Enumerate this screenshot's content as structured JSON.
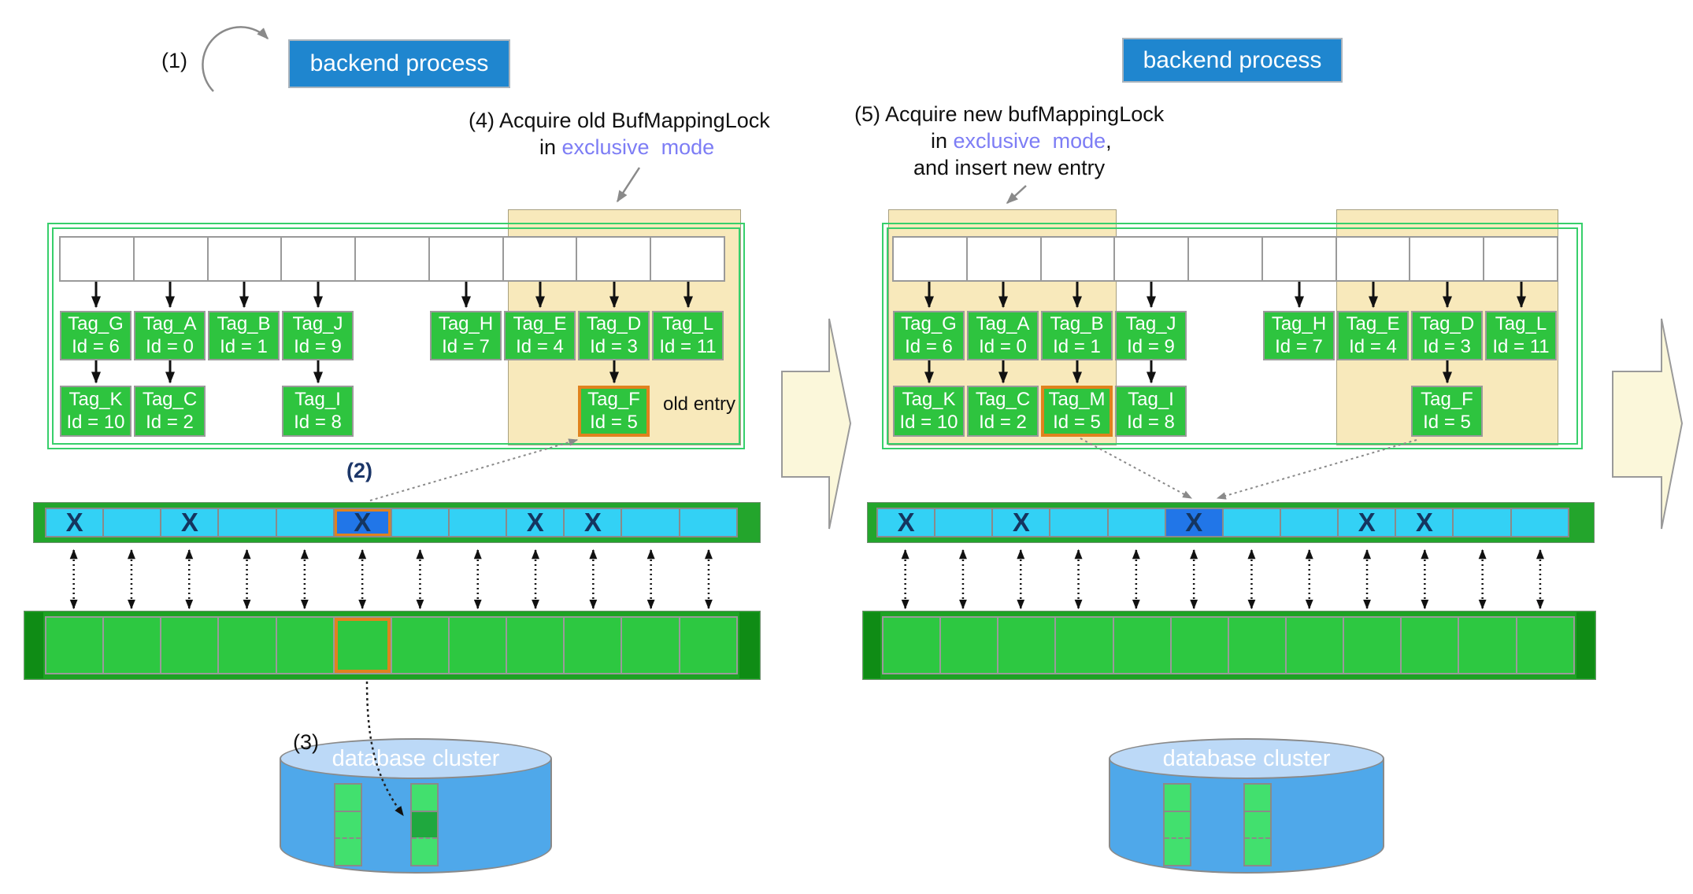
{
  "backend_process_label": "backend process",
  "database_cluster_label": "database cluster",
  "x_mark": "X",
  "steps": {
    "s1": "(1)",
    "s2": "(2)",
    "s3": "(3)"
  },
  "notes": {
    "step4_line1": "(4) Acquire old BufMappingLock",
    "step4_line2_prefix": "in ",
    "step4_line2_highlight": "exclusive  mode",
    "step5_line1": "(5) Acquire new bufMappingLock",
    "step5_line2_prefix": "in ",
    "step5_line2_highlight": "exclusive  mode",
    "step5_line2_suffix": ",",
    "step5_line3": "and insert new entry",
    "old_entry": "old entry"
  },
  "colors": {
    "backend_blue": "#1f86cf",
    "tag_green": "#2ec43f",
    "table_border_green": "#37cf6b",
    "lock_region_yellow": "#f8e9bb",
    "descriptor_cyan": "#33d1f5",
    "victim_cell_blue": "#2176e8",
    "highlight_orange": "#e0821e",
    "pool_green": "#2dc841",
    "cluster_blue": "#4fa8ea",
    "exclusive_mode_purple": "#7d7df5"
  },
  "panels": [
    {
      "name": "before-replacement",
      "slot_count": 9,
      "descriptor_cell_count": 12,
      "pool_cell_count": 12,
      "row1_tags": [
        {
          "col": 1,
          "name": "Tag_G",
          "id": "Id = 6"
        },
        {
          "col": 2,
          "name": "Tag_A",
          "id": "Id = 0"
        },
        {
          "col": 3,
          "name": "Tag_B",
          "id": "Id = 1"
        },
        {
          "col": 4,
          "name": "Tag_J",
          "id": "Id = 9"
        },
        {
          "col": 6,
          "name": "Tag_H",
          "id": "Id = 7"
        },
        {
          "col": 7,
          "name": "Tag_E",
          "id": "Id = 4"
        },
        {
          "col": 8,
          "name": "Tag_D",
          "id": "Id = 3"
        },
        {
          "col": 9,
          "name": "Tag_L",
          "id": "Id = 11"
        }
      ],
      "row2_tags": [
        {
          "col": 1,
          "name": "Tag_K",
          "id": "Id = 10",
          "highlight": false
        },
        {
          "col": 2,
          "name": "Tag_C",
          "id": "Id = 2",
          "highlight": false
        },
        {
          "col": 4,
          "name": "Tag_I",
          "id": "Id = 8",
          "highlight": false
        },
        {
          "col": 8,
          "name": "Tag_F",
          "id": "Id = 5",
          "highlight": true
        }
      ],
      "chain_cols": [
        1,
        2,
        4,
        8
      ],
      "x_cells": [
        1,
        3,
        6,
        9,
        10
      ],
      "descriptor_highlight": {
        "cell": 6,
        "orange_border": true
      },
      "pool_highlight_cell": 6,
      "cluster_squares": [
        [
          "normal",
          "normal",
          "normal"
        ],
        [
          "normal",
          "target",
          "normal"
        ]
      ]
    },
    {
      "name": "after-replacement",
      "slot_count": 9,
      "descriptor_cell_count": 12,
      "pool_cell_count": 12,
      "row1_tags": [
        {
          "col": 1,
          "name": "Tag_G",
          "id": "Id = 6"
        },
        {
          "col": 2,
          "name": "Tag_A",
          "id": "Id = 0"
        },
        {
          "col": 3,
          "name": "Tag_B",
          "id": "Id = 1"
        },
        {
          "col": 4,
          "name": "Tag_J",
          "id": "Id = 9"
        },
        {
          "col": 6,
          "name": "Tag_H",
          "id": "Id = 7"
        },
        {
          "col": 7,
          "name": "Tag_E",
          "id": "Id = 4"
        },
        {
          "col": 8,
          "name": "Tag_D",
          "id": "Id = 3"
        },
        {
          "col": 9,
          "name": "Tag_L",
          "id": "Id = 11"
        }
      ],
      "row2_tags": [
        {
          "col": 1,
          "name": "Tag_K",
          "id": "Id = 10",
          "highlight": false
        },
        {
          "col": 2,
          "name": "Tag_C",
          "id": "Id = 2",
          "highlight": false
        },
        {
          "col": 3,
          "name": "Tag_M",
          "id": "Id = 5",
          "highlight": true
        },
        {
          "col": 4,
          "name": "Tag_I",
          "id": "Id = 8",
          "highlight": false
        },
        {
          "col": 8,
          "name": "Tag_F",
          "id": "Id = 5",
          "highlight": false
        }
      ],
      "chain_cols": [
        1,
        2,
        3,
        4,
        8
      ],
      "x_cells": [
        1,
        3,
        6,
        9,
        10
      ],
      "descriptor_highlight": {
        "cell": 6,
        "orange_border": false
      },
      "pool_highlight_cell": null,
      "cluster_squares": [
        [
          "normal",
          "normal",
          "normal"
        ],
        [
          "normal",
          "normal",
          "normal"
        ]
      ]
    }
  ]
}
